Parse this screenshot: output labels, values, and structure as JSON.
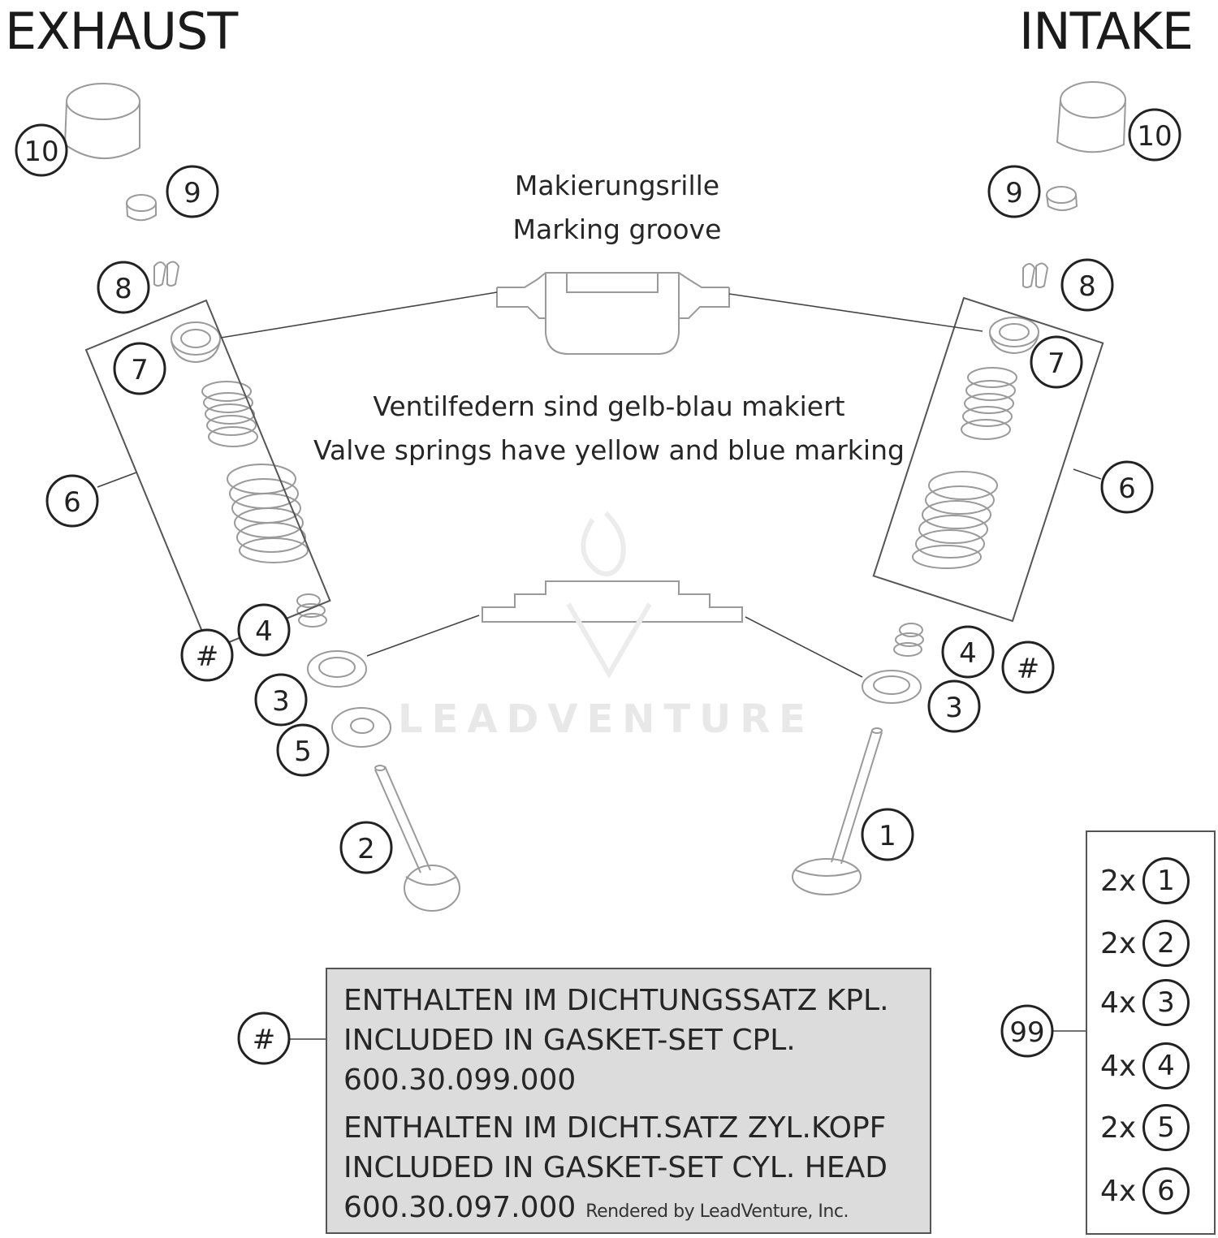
{
  "titles": {
    "exhaust": "EXHAUST",
    "intake": "INTAKE"
  },
  "notes": {
    "groove_de": "Makierungsrille",
    "groove_en": "Marking groove",
    "springs_de": "Ventilfedern sind gelb-blau makiert",
    "springs_en": "Valve springs have yellow and blue marking"
  },
  "watermark": "LEADVENTURE",
  "callouts": [
    {
      "id": "exhaust-10",
      "label": "10"
    },
    {
      "id": "exhaust-9",
      "label": "9"
    },
    {
      "id": "exhaust-8",
      "label": "8"
    },
    {
      "id": "exhaust-7",
      "label": "7"
    },
    {
      "id": "exhaust-6",
      "label": "6"
    },
    {
      "id": "exhaust-4",
      "label": "4"
    },
    {
      "id": "exhaust-hash",
      "label": "#"
    },
    {
      "id": "exhaust-3",
      "label": "3"
    },
    {
      "id": "exhaust-5",
      "label": "5"
    },
    {
      "id": "exhaust-2",
      "label": "2"
    },
    {
      "id": "intake-10",
      "label": "10"
    },
    {
      "id": "intake-9",
      "label": "9"
    },
    {
      "id": "intake-8",
      "label": "8"
    },
    {
      "id": "intake-7",
      "label": "7"
    },
    {
      "id": "intake-6",
      "label": "6"
    },
    {
      "id": "intake-4",
      "label": "4"
    },
    {
      "id": "intake-hash",
      "label": "#"
    },
    {
      "id": "intake-3",
      "label": "3"
    },
    {
      "id": "intake-1",
      "label": "1"
    },
    {
      "id": "gasket-hash",
      "label": "#"
    },
    {
      "id": "kit-99",
      "label": "99"
    }
  ],
  "gasket_box": {
    "line1": "ENTHALTEN IM DICHTUNGSSATZ KPL.",
    "line2": "INCLUDED IN GASKET-SET CPL.",
    "line3": "600.30.099.000",
    "line4": "ENTHALTEN IM DICHT.SATZ ZYL.KOPF",
    "line5": "INCLUDED IN GASKET-SET CYL. HEAD",
    "line6": "600.30.097.000",
    "rendered_by": "Rendered by LeadVenture, Inc."
  },
  "kit_quantities": [
    {
      "qty": "2x",
      "part": "1"
    },
    {
      "qty": "2x",
      "part": "2"
    },
    {
      "qty": "4x",
      "part": "3"
    },
    {
      "qty": "4x",
      "part": "4"
    },
    {
      "qty": "2x",
      "part": "5"
    },
    {
      "qty": "4x",
      "part": "6"
    }
  ]
}
